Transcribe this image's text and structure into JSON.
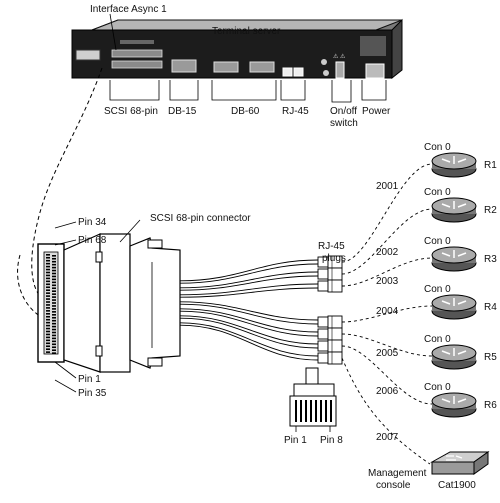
{
  "diagram": {
    "labels": {
      "interface_async": "Interface Async 1",
      "terminal_server": "Terminal server",
      "scsi_68_pin": "SCSI 68-pin",
      "db15": "DB-15",
      "db60": "DB-60",
      "rj45": "RJ-45",
      "on_off_1": "On/off",
      "on_off_2": "switch",
      "power": "Power",
      "pin34": "Pin 34",
      "pin68": "Pin 68",
      "pin1": "Pin 1",
      "pin35": "Pin 35",
      "scsi_connector": "SCSI 68-pin connector",
      "rj45_plugs_1": "RJ-45",
      "rj45_plugs_2": "plugs",
      "plug_pin1": "Pin 1",
      "plug_pin8": "Pin 8",
      "mgmt_1": "Management",
      "mgmt_2": "console",
      "cat1900": "Cat1900"
    },
    "routers": [
      {
        "name": "R1",
        "port": "Con 0",
        "line": "2001"
      },
      {
        "name": "R2",
        "port": "Con 0",
        "line": "2002"
      },
      {
        "name": "R3",
        "port": "Con 0",
        "line": "2003"
      },
      {
        "name": "R4",
        "port": "Con 0",
        "line": "2004"
      },
      {
        "name": "R5",
        "port": "Con 0",
        "line": "2005"
      },
      {
        "name": "R6",
        "port": "Con 0",
        "line": "2006"
      }
    ],
    "mgmt_line": "2007"
  }
}
